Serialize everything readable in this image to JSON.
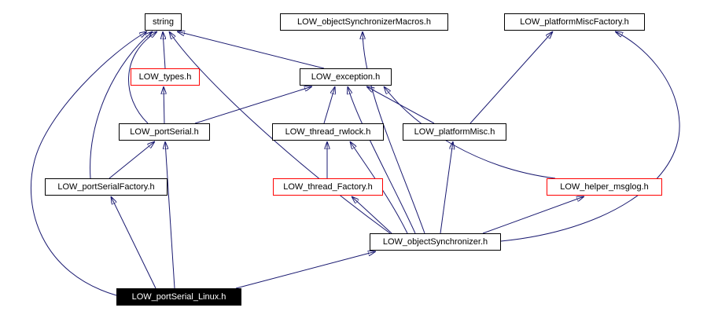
{
  "diagram": {
    "type": "include-dependency-graph",
    "colors": {
      "background": "#ffffff",
      "edge": "#191970",
      "node_border": "#000000",
      "truncated_node_border": "#ff0000",
      "current_node_background": "#000000",
      "current_node_text": "#ffffff"
    },
    "nodes": [
      {
        "id": "string",
        "label": "string",
        "style": "normal"
      },
      {
        "id": "LOW_objectSynchronizerMacros.h",
        "label": "LOW_objectSynchronizerMacros.h",
        "style": "normal"
      },
      {
        "id": "LOW_platformMiscFactory.h",
        "label": "LOW_platformMiscFactory.h",
        "style": "normal"
      },
      {
        "id": "LOW_types.h",
        "label": "LOW_types.h",
        "style": "truncated"
      },
      {
        "id": "LOW_exception.h",
        "label": "LOW_exception.h",
        "style": "normal"
      },
      {
        "id": "LOW_portSerial.h",
        "label": "LOW_portSerial.h",
        "style": "normal"
      },
      {
        "id": "LOW_thread_rwlock.h",
        "label": "LOW_thread_rwlock.h",
        "style": "normal"
      },
      {
        "id": "LOW_platformMisc.h",
        "label": "LOW_platformMisc.h",
        "style": "normal"
      },
      {
        "id": "LOW_portSerialFactory.h",
        "label": "LOW_portSerialFactory.h",
        "style": "normal"
      },
      {
        "id": "LOW_thread_Factory.h",
        "label": "LOW_thread_Factory.h",
        "style": "truncated"
      },
      {
        "id": "LOW_helper_msglog.h",
        "label": "LOW_helper_msglog.h",
        "style": "truncated"
      },
      {
        "id": "LOW_objectSynchronizer.h",
        "label": "LOW_objectSynchronizer.h",
        "style": "normal"
      },
      {
        "id": "LOW_portSerial_Linux.h",
        "label": "LOW_portSerial_Linux.h",
        "style": "current"
      }
    ],
    "edges": [
      {
        "from": "LOW_types.h",
        "to": "string"
      },
      {
        "from": "LOW_portSerial.h",
        "to": "string"
      },
      {
        "from": "LOW_exception.h",
        "to": "string"
      },
      {
        "from": "LOW_objectSynchronizer.h",
        "to": "string"
      },
      {
        "from": "LOW_portSerial_Linux.h",
        "to": "string"
      },
      {
        "from": "LOW_portSerialFactory.h",
        "to": "string"
      },
      {
        "from": "LOW_portSerial.h",
        "to": "LOW_types.h"
      },
      {
        "from": "LOW_portSerial.h",
        "to": "LOW_exception.h"
      },
      {
        "from": "LOW_thread_rwlock.h",
        "to": "LOW_exception.h"
      },
      {
        "from": "LOW_platformMisc.h",
        "to": "LOW_exception.h"
      },
      {
        "from": "LOW_helper_msglog.h",
        "to": "LOW_exception.h"
      },
      {
        "from": "LOW_objectSynchronizer.h",
        "to": "LOW_exception.h"
      },
      {
        "from": "LOW_objectSynchronizer.h",
        "to": "LOW_objectSynchronizerMacros.h"
      },
      {
        "from": "LOW_platformMisc.h",
        "to": "LOW_platformMiscFactory.h"
      },
      {
        "from": "LOW_objectSynchronizer.h",
        "to": "LOW_platformMiscFactory.h"
      },
      {
        "from": "LOW_portSerialFactory.h",
        "to": "LOW_portSerial.h"
      },
      {
        "from": "LOW_portSerial_Linux.h",
        "to": "LOW_portSerial.h"
      },
      {
        "from": "LOW_thread_Factory.h",
        "to": "LOW_thread_rwlock.h"
      },
      {
        "from": "LOW_objectSynchronizer.h",
        "to": "LOW_thread_rwlock.h"
      },
      {
        "from": "LOW_objectSynchronizer.h",
        "to": "LOW_platformMisc.h"
      },
      {
        "from": "LOW_objectSynchronizer.h",
        "to": "LOW_thread_Factory.h"
      },
      {
        "from": "LOW_objectSynchronizer.h",
        "to": "LOW_helper_msglog.h"
      },
      {
        "from": "LOW_portSerial_Linux.h",
        "to": "LOW_portSerialFactory.h"
      },
      {
        "from": "LOW_portSerial_Linux.h",
        "to": "LOW_objectSynchronizer.h"
      }
    ]
  }
}
